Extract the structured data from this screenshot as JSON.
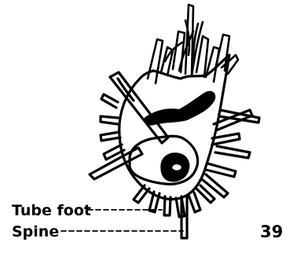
{
  "labels": {
    "tube_foot": "Tube foot",
    "spine": "Spine"
  },
  "figure_number": "39",
  "colors": {
    "ink": "#000000",
    "paper": "#ffffff"
  }
}
